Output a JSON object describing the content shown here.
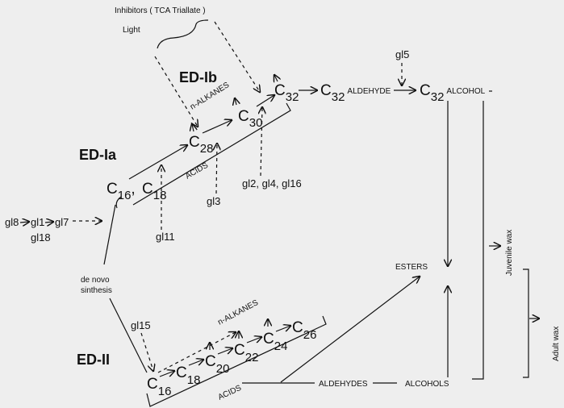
{
  "inhibitors": "Inhibitors ( TCA  Triallate )",
  "light": "Light",
  "sections": {
    "ed1a": "ED-Ia",
    "ed1b": "ED-Ib",
    "ed2": "ED-II"
  },
  "top_chain": [
    {
      "base": "C",
      "sub": "16",
      "sep": ","
    },
    {
      "base": "C",
      "sub": "18"
    },
    {
      "base": "C",
      "sub": "28"
    },
    {
      "base": "C",
      "sub": "30"
    },
    {
      "base": "C",
      "sub": "32"
    }
  ],
  "aldehyde": {
    "base": "C",
    "sub": "32",
    "suffix": "ALDEHYDE"
  },
  "alcohol": {
    "base": "C",
    "sub": "32",
    "suffix": "ALCOHOL"
  },
  "bottom_chain": [
    {
      "base": "C",
      "sub": "16"
    },
    {
      "base": "C",
      "sub": "18"
    },
    {
      "base": "C",
      "sub": "20"
    },
    {
      "base": "C",
      "sub": "22"
    },
    {
      "base": "C",
      "sub": "24"
    },
    {
      "base": "C",
      "sub": "26"
    }
  ],
  "labels": {
    "n_alkanes": "n-ALKANES",
    "acids": "ACIDS",
    "de_novo": "de novo",
    "synthesis": "sinthesis",
    "esters": "ESTERS",
    "aldehydes": "ALDEHYDES",
    "alcohols": "ALCOHOLS",
    "juvenile_wax": "Juvenile wax",
    "adult_wax": "Adult wax"
  },
  "genes": {
    "gl8": "gl8",
    "gl1": "gl1",
    "gl7": "gl7",
    "gl18": "gl18",
    "gl11": "gl11",
    "gl3": "gl3",
    "gl2_4_16": "gl2, gl4, gl16",
    "gl5": "gl5",
    "gl15": "gl15"
  }
}
